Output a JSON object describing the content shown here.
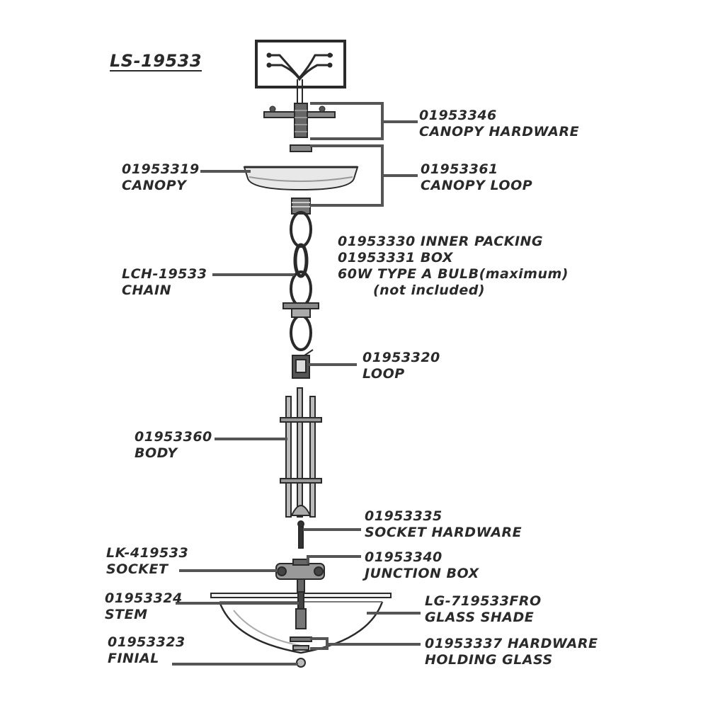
{
  "title": "LS-19533",
  "parts": {
    "canopy_hardware": {
      "code": "01953346",
      "name": "CANOPY HARDWARE"
    },
    "canopy": {
      "code": "01953319",
      "name": "CANOPY"
    },
    "canopy_loop": {
      "code": "01953361",
      "name": "CANOPY LOOP"
    },
    "packing": {
      "line1": "01953330 INNER PACKING",
      "line2": "01953331 BOX",
      "line3": "60W TYPE A BULB(maximum)",
      "line4": "(not included)"
    },
    "chain": {
      "code": "LCH-19533",
      "name": "CHAIN"
    },
    "loop": {
      "code": "01953320",
      "name": "LOOP"
    },
    "body": {
      "code": "01953360",
      "name": "BODY"
    },
    "socket_hardware": {
      "code": "01953335",
      "name": "SOCKET HARDWARE"
    },
    "socket": {
      "code": "LK-419533",
      "name": "SOCKET"
    },
    "junction_box": {
      "code": "01953340",
      "name": "JUNCTION BOX"
    },
    "stem": {
      "code": "01953324",
      "name": "STEM"
    },
    "glass_shade": {
      "code": "LG-719533FRO",
      "name": "GLASS SHADE"
    },
    "finial": {
      "code": "01953323",
      "name": "FINIAL"
    },
    "holding_glass": {
      "code": "01953337 HARDWARE",
      "name": "HOLDING GLASS"
    }
  },
  "colors": {
    "line": "#555555",
    "ink": "#2a2a2a"
  }
}
